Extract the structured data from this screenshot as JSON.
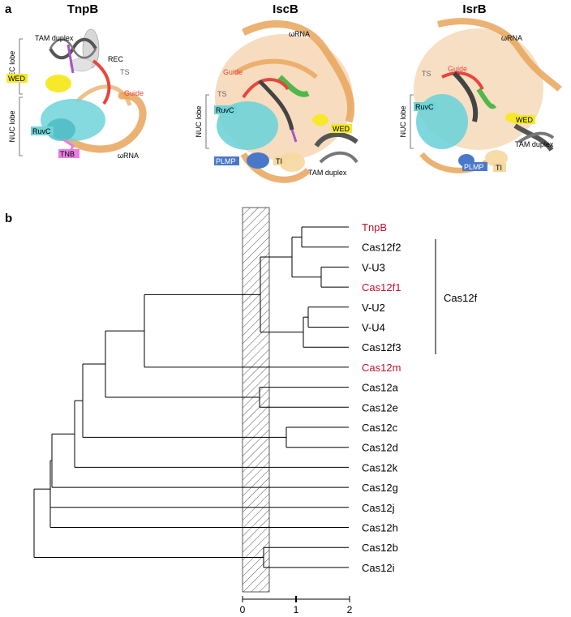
{
  "panel_a": {
    "letter": "a",
    "structures": [
      {
        "title": "TnpB",
        "lobes": [
          "REC lobe",
          "NUC lobe"
        ],
        "labels": {
          "tam": "TAM duplex",
          "rec": "REC",
          "ts": "TS",
          "guide": "Guide",
          "wed": "WED",
          "ruvc": "RuvC",
          "tnb": "TNB",
          "omega": "ωRNA"
        }
      },
      {
        "title": "IscB",
        "lobes": [
          "NUC lobe"
        ],
        "labels": {
          "omega": "ωRNA",
          "guide": "Guide",
          "ts": "TS",
          "ruvc": "RuvC",
          "wed": "WED",
          "plmp": "PLMP",
          "ti": "TI",
          "tam": "TAM duplex"
        }
      },
      {
        "title": "IsrB",
        "lobes": [
          "NUC lobe"
        ],
        "labels": {
          "ts": "TS",
          "guide": "Guide",
          "omega": "ωRNA",
          "ruvc": "RuvC",
          "wed": "WED",
          "tam": "TAM duplex",
          "plmp": "PLMP",
          "ti": "TI"
        }
      }
    ],
    "colors": {
      "guide": "#e8453c",
      "wed": "#f5e92a",
      "ruvc": "#6fd3d8",
      "tnb": "#e77ee3",
      "plmp": "#4a78c8",
      "ti": "#f6d8a0",
      "rec": "#e8e8e8",
      "rna": "#e8a55a",
      "dna": "#555555"
    }
  },
  "panel_b": {
    "letter": "b",
    "clade_label": "Cas12f",
    "chart_data": {
      "type": "dendrogram",
      "leaves": [
        {
          "name": "TnpB",
          "highlight": true
        },
        {
          "name": "Cas12f2",
          "highlight": false
        },
        {
          "name": "V-U3",
          "highlight": false
        },
        {
          "name": "Cas12f1",
          "highlight": true
        },
        {
          "name": "V-U2",
          "highlight": false
        },
        {
          "name": "V-U4",
          "highlight": false
        },
        {
          "name": "Cas12f3",
          "highlight": false
        },
        {
          "name": "Cas12m",
          "highlight": true
        },
        {
          "name": "Cas12a",
          "highlight": false
        },
        {
          "name": "Cas12e",
          "highlight": false
        },
        {
          "name": "Cas12c",
          "highlight": false
        },
        {
          "name": "Cas12d",
          "highlight": false
        },
        {
          "name": "Cas12k",
          "highlight": false
        },
        {
          "name": "Cas12g",
          "highlight": false
        },
        {
          "name": "Cas12j",
          "highlight": false
        },
        {
          "name": "Cas12h",
          "highlight": false
        },
        {
          "name": "Cas12b",
          "highlight": false
        },
        {
          "name": "Cas12i",
          "highlight": false
        }
      ],
      "axis_ticks": [
        "0",
        "1",
        "2"
      ],
      "axis_range": [
        0,
        2
      ],
      "hatched_band": [
        0,
        0.5
      ],
      "highlight_color": "#c8102e"
    }
  }
}
